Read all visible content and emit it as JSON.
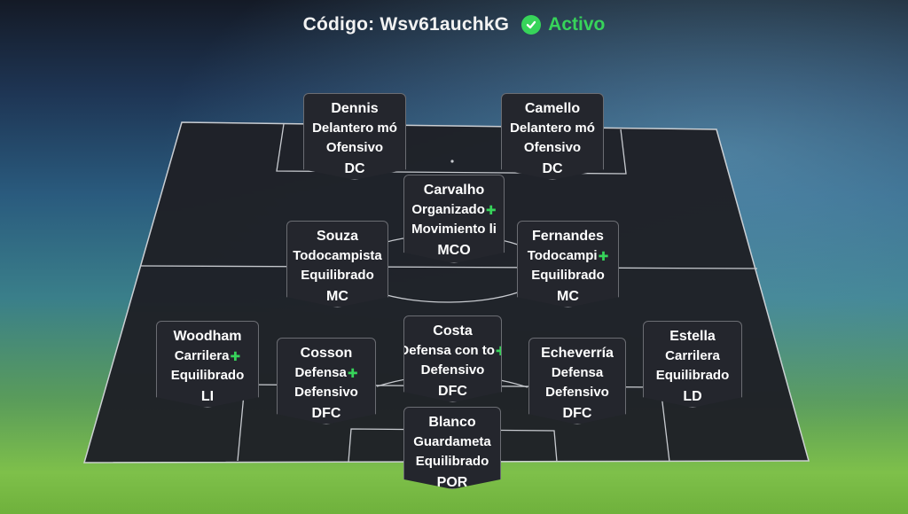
{
  "header": {
    "code_label": "Código: Wsv61auchkG",
    "status_label": "Activo"
  },
  "players": [
    {
      "id": "dennis",
      "name": "Dennis",
      "role": "Delantero mó",
      "style": "Ofensivo",
      "pos": "DC",
      "plus": false
    },
    {
      "id": "camello",
      "name": "Camello",
      "role": "Delantero mó",
      "style": "Ofensivo",
      "pos": "DC",
      "plus": false
    },
    {
      "id": "carvalho",
      "name": "Carvalho",
      "role": "Organizado",
      "style": "Movimiento li",
      "pos": "MCO",
      "plus": true
    },
    {
      "id": "souza",
      "name": "Souza",
      "role": "Todocampista",
      "style": "Equilibrado",
      "pos": "MC",
      "plus": false
    },
    {
      "id": "fernandes",
      "name": "Fernandes",
      "role": "Todocampi",
      "style": "Equilibrado",
      "pos": "MC",
      "plus": true
    },
    {
      "id": "woodham",
      "name": "Woodham",
      "role": "Carrilera",
      "style": "Equilibrado",
      "pos": "LI",
      "plus": true
    },
    {
      "id": "cosson",
      "name": "Cosson",
      "role": "Defensa",
      "style": "Defensivo",
      "pos": "DFC",
      "plus": true
    },
    {
      "id": "costa",
      "name": "Costa",
      "role": "Defensa con to",
      "style": "Defensivo",
      "pos": "DFC",
      "plus": true
    },
    {
      "id": "echeverria",
      "name": "Echeverría",
      "role": "Defensa",
      "style": "Defensivo",
      "pos": "DFC",
      "plus": false
    },
    {
      "id": "estella",
      "name": "Estella",
      "role": "Carrilera",
      "style": "Equilibrado",
      "pos": "LD",
      "plus": false
    },
    {
      "id": "blanco",
      "name": "Blanco",
      "role": "Guardameta",
      "style": "Equilibrado",
      "pos": "POR",
      "plus": false
    }
  ]
}
